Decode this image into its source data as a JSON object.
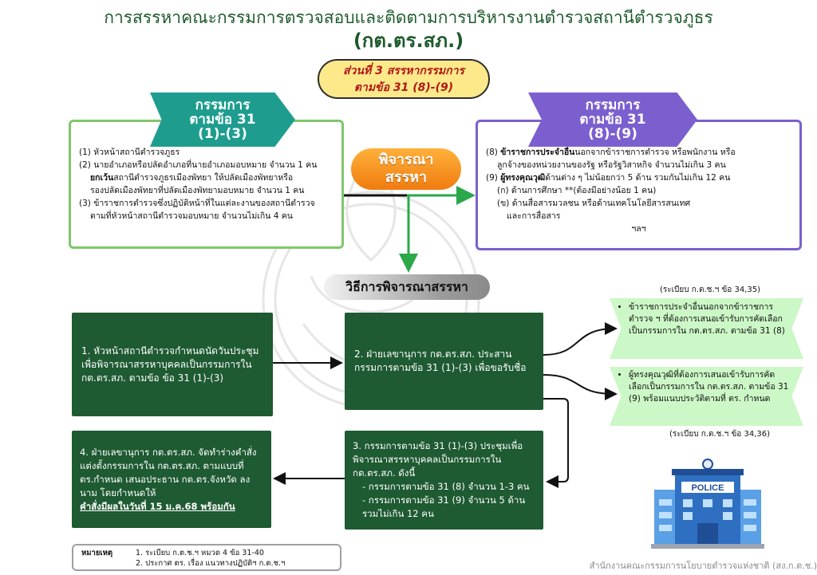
{
  "header": {
    "title": "การสรรหาคณะกรรมการตรวจสอบและติดตามการบริหารงานตำรวจสถานีตำรวจภูธร",
    "subtitle": "(กต.ตร.สภ.)"
  },
  "section_badge": {
    "line1": "ส่วนที่ 3 สรรหากรรมการ",
    "line2": "ตามข้อ 31 (8)-(9)"
  },
  "left_chevron": {
    "line1": "กรรมการ",
    "line2": "ตามข้อ 31",
    "line3": "(1)-(3)"
  },
  "right_chevron": {
    "line1": "กรรมการ",
    "line2": "ตามข้อ 31",
    "line3": "(8)-(9)"
  },
  "left_panel": {
    "item1": "(1) หัวหน้าสถานีตำรวจภูธร",
    "item2_line1": "(2) นายอำเภอหรือปลัดอำเภอที่นายอำเภอมอบหมาย จำนวน 1 คน",
    "item2_except_bold": "ยกเว้น",
    "item2_except_rest": "สถานีตำรวจภูธรเมืองพัทยา ให้ปลัดเมืองพัทยาหรือ",
    "item2_line3": "รองปลัดเมืองพัทยาที่ปลัดเมืองพัทยามอบหมาย จำนวน 1 คน",
    "item3_line1": "(3) ข้าราชการตำรวจซึ่งปฏิบัติหน้าที่ในแต่ละงานของสถานีตำรวจ",
    "item3_line2": "ตามที่หัวหน้าสถานีตำรวจมอบหมาย จำนวนไม่เกิน 4 คน"
  },
  "right_panel": {
    "item8_prefix": "(8) ",
    "item8_bold": "ข้าราชการประจำอื่น",
    "item8_rest": "นอกจากข้าราชการตำรวจ หรือพนักงาน หรือ",
    "item8_line2": "ลูกจ้างของหน่วยงานของรัฐ หรือรัฐวิสาหกิจ จำนวนไม่เกิน 3 คน",
    "item9_prefix": "(9) ",
    "item9_bold": "ผู้ทรงคุณวุฒิ",
    "item9_rest": "ด้านต่าง ๆ ไม่น้อยกว่า 5 ด้าน รวมกันไม่เกิน 12 คน",
    "sub_a": "(ก) ด้านการศึกษา **(ต้องมีอย่างน้อย 1 คน)",
    "sub_b_line1": "(ข) ด้านสื่อสารมวลชน หรือด้านเทคโนโลยีสารสนเทศ",
    "sub_b_line2": "และการสื่อสาร",
    "etc": "ฯลฯ"
  },
  "consider_badge": {
    "line1": "พิจารณา",
    "line2": "สรรหา"
  },
  "method_banner": "วิธีการพิจารณาสรรหา",
  "steps": {
    "step1": "1. หัวหน้าสถานีตำรวจกำหนดนัดวันประชุมเพื่อพิจารณาสรรหาบุคคลเป็นกรรมการใน กต.ตร.สภ. ตามข้อ ข้อ 31 (1)-(3)",
    "step2": "2. ฝ่ายเลขานุการ กต.ตร.สภ. ประสานกรรมการตามข้อ 31 (1)-(3) เพื่อขอรับชื่อ",
    "step3_intro": "3. กรรมการตามข้อ 31 (1)-(3) ประชุมเพื่อพิจารณาสรรหาบุคคลเป็นกรรมการใน กต.ตร.สภ. ดังนี้",
    "step3_a": "- กรรมการตามข้อ 31 (8) จำนวน 1-3 คน",
    "step3_b": "- กรรมการตามข้อ 31 (9) จำนวน 5 ด้าน รวมไม่เกิน 12 คน",
    "step4_intro": "4. ฝ่ายเลขานุการ กต.ตร.สภ. จัดทำร่างคำสั่งแต่งตั้งกรรมการใน กต.ตร.สภ. ตามแบบที่ ตร.กำหนด เสนอประธาน กต.ตร.จังหวัด ลงนาม โดยกำหนดให้",
    "step4_bold": "คำสั่งมีผลในวันที่ 15 ม.ค.68 พร้อมกัน"
  },
  "notes": {
    "reg_a": "(ระเบียบ ก.ต.ช.ฯ ข้อ 34,35)",
    "note_a": "ข้าราชการประจำอื่นนอกจากข้าราชการตำรวจ ฯ ที่ต้องการเสนอเข้ารับการคัดเลือกเป็นกรรมการใน กต.ตร.สภ. ตามข้อ 31 (8)",
    "note_b": "ผู้ทรงคุณวุฒิที่ต้องการเสนอเข้ารับการคัดเลือกเป็นกรรมการใน กต.ตร.สภ. ตามข้อ 31 (9) พร้อมแนบประวัติตามที่ ตร. กำหนด",
    "reg_b": "(ระเบียบ ก.ต.ช.ฯ ข้อ 34,36)"
  },
  "remarks": {
    "label": "หมายเหตุ",
    "line1": "1. ระเบียบ ก.ต.ช.ฯ หมวด 4 ข้อ 31-40",
    "line2": "2. ประกาศ ตร. เรื่อง แนวทางปฏิบัติฯ ก.ต.ช.ฯ"
  },
  "police_sign": "POLICE",
  "footer": "สำนักงานคณะกรรมการนโยบายตำรวจแห่งชาติ (สง.ก.ต.ช.)",
  "colors": {
    "title_green": "#1d5a2c",
    "box_green": "#1e5a32",
    "teal": "#1e9d8f",
    "purple": "#7b5fcf",
    "badge_yellow": "#fde98a",
    "badge_red_text": "#b01818",
    "orange": "#f07c10",
    "note_green": "#ccf7c6"
  }
}
